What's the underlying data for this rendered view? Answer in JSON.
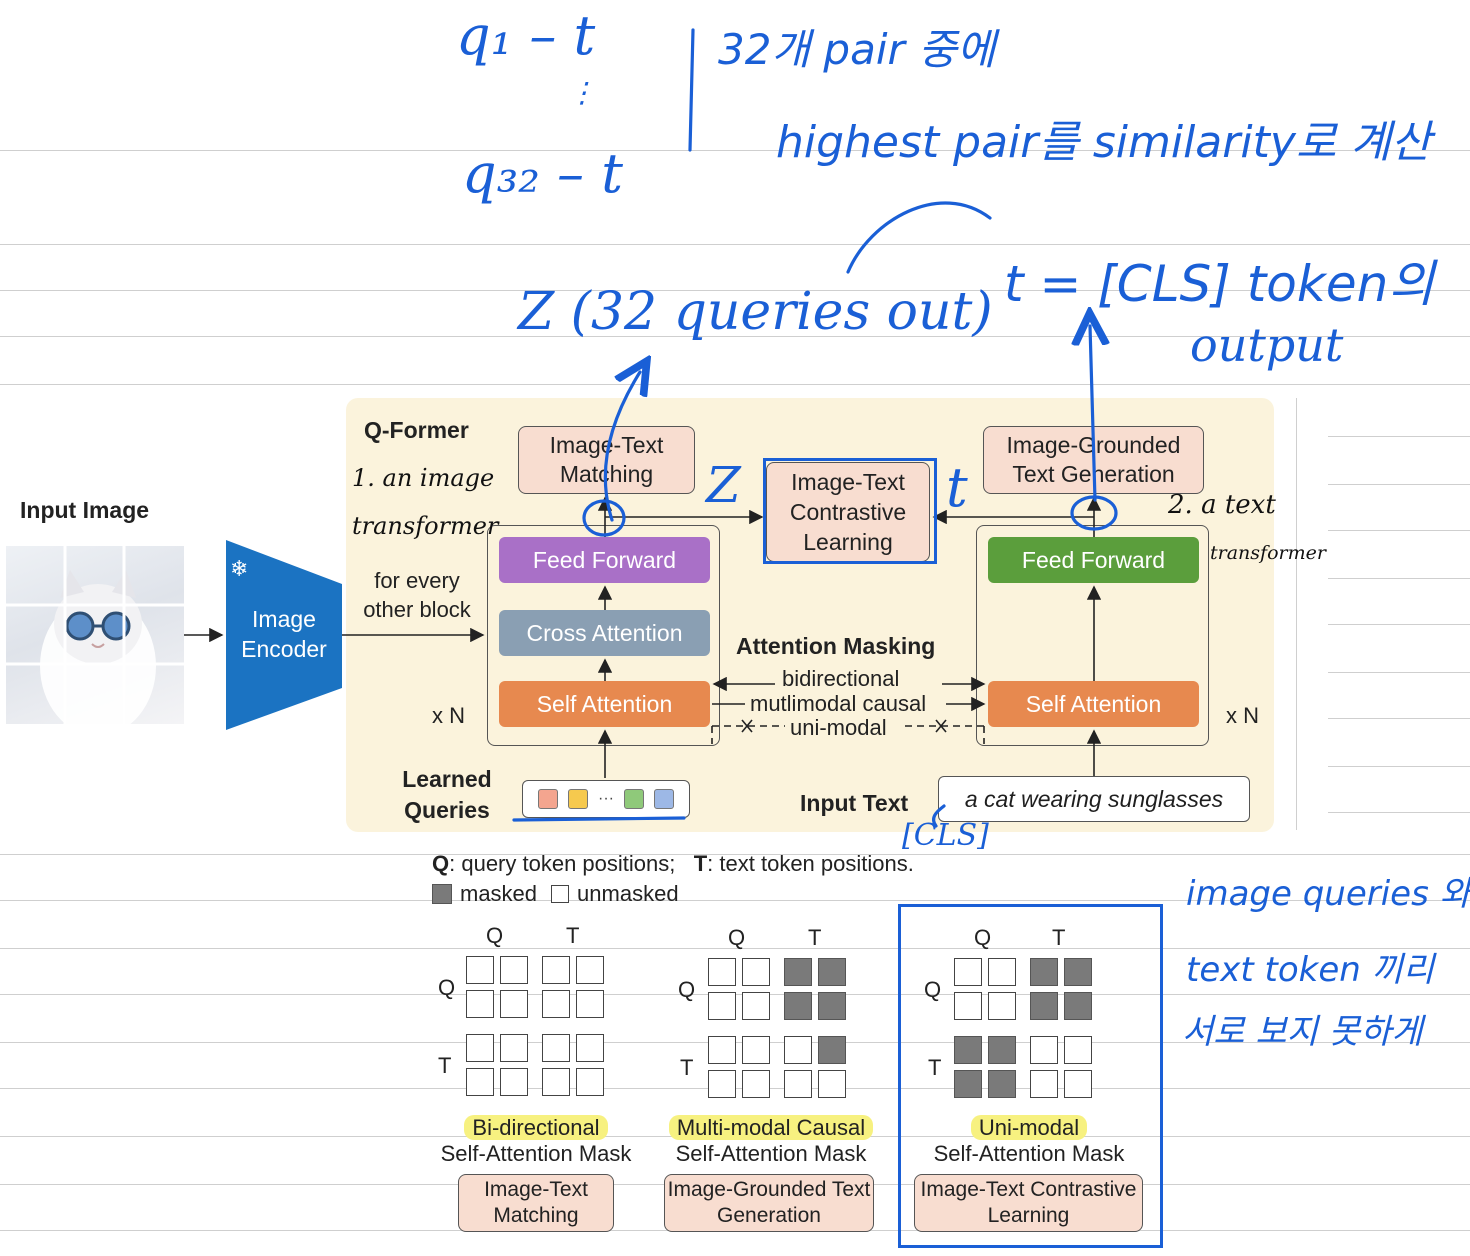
{
  "diagram": {
    "input_image_label": "Input Image",
    "image_encoder_label": "Image Encoder",
    "qformer_label": "Q-Former",
    "for_every_other_block": "for every other block",
    "image_text_matching": "Image-Text Matching",
    "image_text_contrastive": "Image-Text Contrastive Learning",
    "image_grounded_text_gen": "Image-Grounded Text Generation",
    "feed_forward_left": "Feed Forward",
    "cross_attention": "Cross Attention",
    "self_attention_left": "Self Attention",
    "feed_forward_right": "Feed Forward",
    "self_attention_right": "Self Attention",
    "xn_left": "x N",
    "xn_right": "x N",
    "attention_masking_title": "Attention Masking",
    "mask_bidirectional": "bidirectional",
    "mask_multimodal_causal": "mutlimodal causal",
    "mask_unimodal": "uni-modal",
    "learned_queries": "Learned Queries",
    "input_text_label": "Input Text",
    "input_text_value": "a cat wearing sunglasses",
    "token_ellipsis": "···",
    "token_colors": [
      "#f4a58f",
      "#f6c94e",
      "#8fc97a",
      "#9db8e6"
    ]
  },
  "legend": {
    "positions_q": "Q",
    "positions_q_text": ": query token positions;",
    "positions_t": "T",
    "positions_t_text": ": text token positions.",
    "masked": "masked",
    "unmasked": "unmasked"
  },
  "masks": [
    {
      "col_q": "Q",
      "col_t": "T",
      "row_q": "Q",
      "row_t": "T",
      "title": "Bi-directional",
      "subtitle": "Self-Attention Mask",
      "task": "Image-Text Matching",
      "grid": [
        [
          0,
          0,
          0,
          0
        ],
        [
          0,
          0,
          0,
          0
        ],
        [
          0,
          0,
          0,
          0
        ],
        [
          0,
          0,
          0,
          0
        ]
      ]
    },
    {
      "col_q": "Q",
      "col_t": "T",
      "row_q": "Q",
      "row_t": "T",
      "title": "Multi-modal Causal",
      "subtitle": "Self-Attention Mask",
      "task": "Image-Grounded Text Generation",
      "grid": [
        [
          0,
          0,
          1,
          1
        ],
        [
          0,
          0,
          1,
          1
        ],
        [
          0,
          0,
          0,
          1
        ],
        [
          0,
          0,
          0,
          0
        ]
      ]
    },
    {
      "col_q": "Q",
      "col_t": "T",
      "row_q": "Q",
      "row_t": "T",
      "title": "Uni-modal",
      "subtitle": "Self-Attention Mask",
      "task": "Image-Text Contrastive Learning",
      "grid": [
        [
          0,
          0,
          1,
          1
        ],
        [
          0,
          0,
          1,
          1
        ],
        [
          1,
          1,
          0,
          0
        ],
        [
          1,
          1,
          0,
          0
        ]
      ]
    }
  ],
  "annotations": {
    "q1_t": "q₁ – t",
    "dots": "⋮",
    "q32_t": "q₃₂ – t",
    "pairs_line1": "32개 pair 중에",
    "pairs_line2": "highest pair를 similarity로 계산",
    "z_queries": "Z (32 queries out)",
    "t_cls_line1": "t = [CLS] token의",
    "t_cls_line2": "output",
    "z_small": "Z",
    "t_small": "t",
    "an_image_line1": "1. an image",
    "an_image_line2": "transformer",
    "a_text_line1": "2. a text",
    "a_text_line2": "transformer",
    "cls_tag": "[CLS]",
    "note_line1": "image queries 와",
    "note_line2": "text token 끼리",
    "note_line3": "서로 보지 못하게"
  },
  "colors": {
    "ink_blue": "#1a5fd6",
    "panel": "#fbf3dc",
    "task_box": "#f8ddd0",
    "feed_forward_left": "#a970c7",
    "cross_attention": "#8a9fb3",
    "self_attention": "#e7894f",
    "feed_forward_right": "#5b9e3c",
    "encoder": "#1b73c2",
    "masked": "#7a7a7a",
    "highlight": "#f7f180"
  }
}
